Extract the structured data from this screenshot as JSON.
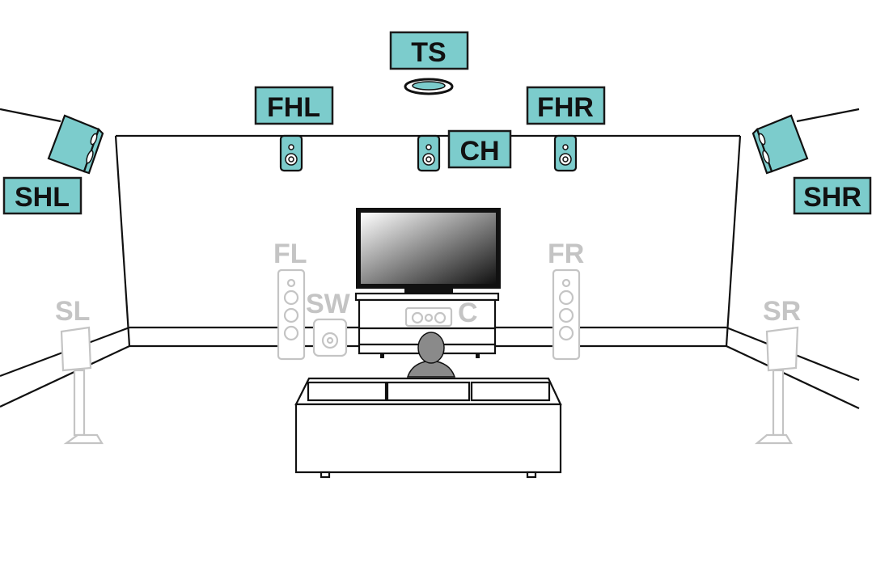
{
  "labels": {
    "ts": "TS",
    "fhl": "FHL",
    "fhr": "FHR",
    "ch": "CH",
    "shl": "SHL",
    "shr": "SHR",
    "fl": "FL",
    "fr": "FR",
    "sw": "SW",
    "c": "C",
    "sl": "SL",
    "sr": "SR"
  },
  "colors": {
    "highlight_speaker": "#7ccccc",
    "inactive_speaker": "#c4c4c4",
    "outline": "#111111"
  }
}
